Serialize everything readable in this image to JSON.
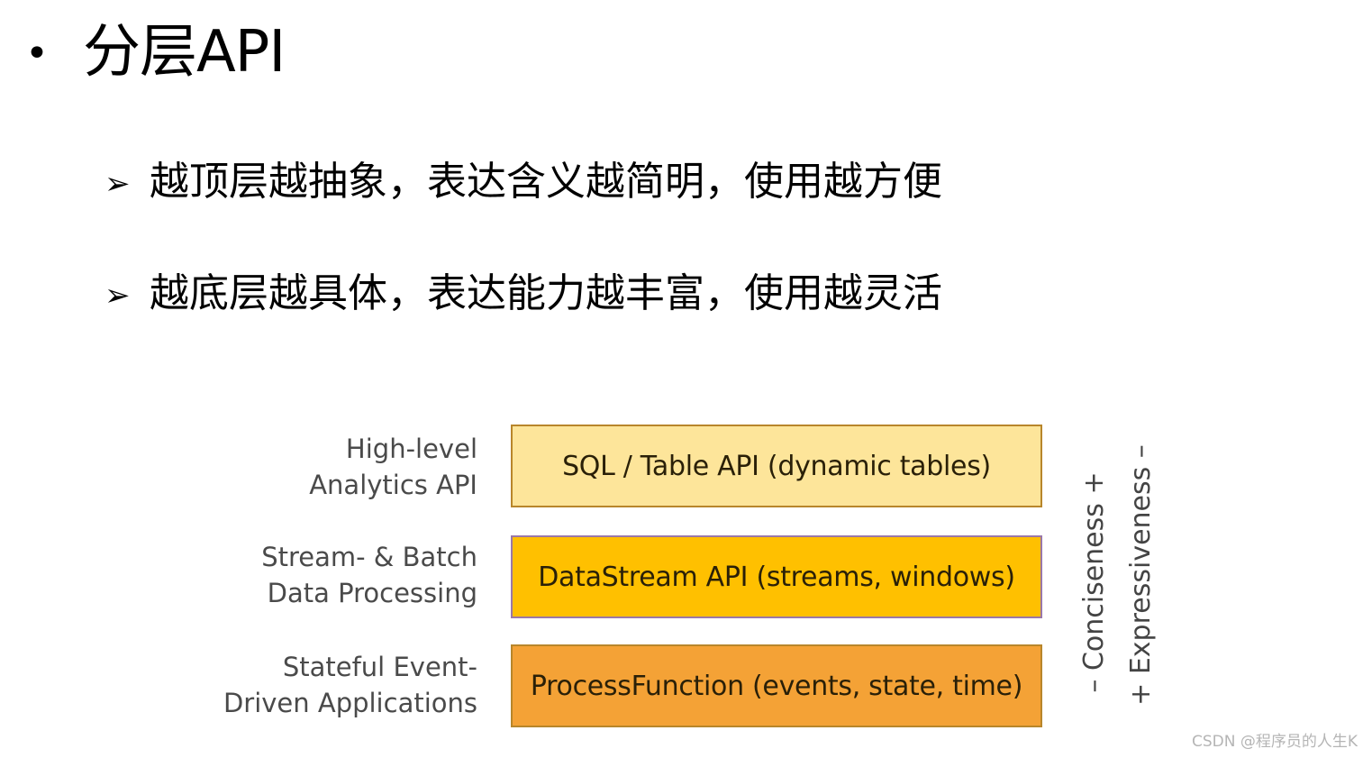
{
  "slide": {
    "bullet": "•",
    "title": "分层API",
    "points": [
      {
        "marker": "➢",
        "text": "越顶层越抽象，表达含义越简明，使用越方便"
      },
      {
        "marker": "➢",
        "text": "越底层越具体，表达能力越丰富，使用越灵活"
      }
    ]
  },
  "diagram": {
    "layers": [
      {
        "label_line1": "High-level",
        "label_line2": "Analytics API",
        "box": "SQL / Table API (dynamic tables)",
        "color": "#FDE59A"
      },
      {
        "label_line1": "Stream- & Batch",
        "label_line2": "Data Processing",
        "box": "DataStream API (streams, windows)",
        "color": "#FFC000"
      },
      {
        "label_line1": "Stateful Event-",
        "label_line2": "Driven Applications",
        "box": "ProcessFunction (events, state, time)",
        "color": "#F4A236"
      }
    ],
    "axis_conciseness": "–  Conciseness  +",
    "axis_expressiveness": "+  Expressiveness  –"
  },
  "watermark": "CSDN @程序员的人生K"
}
